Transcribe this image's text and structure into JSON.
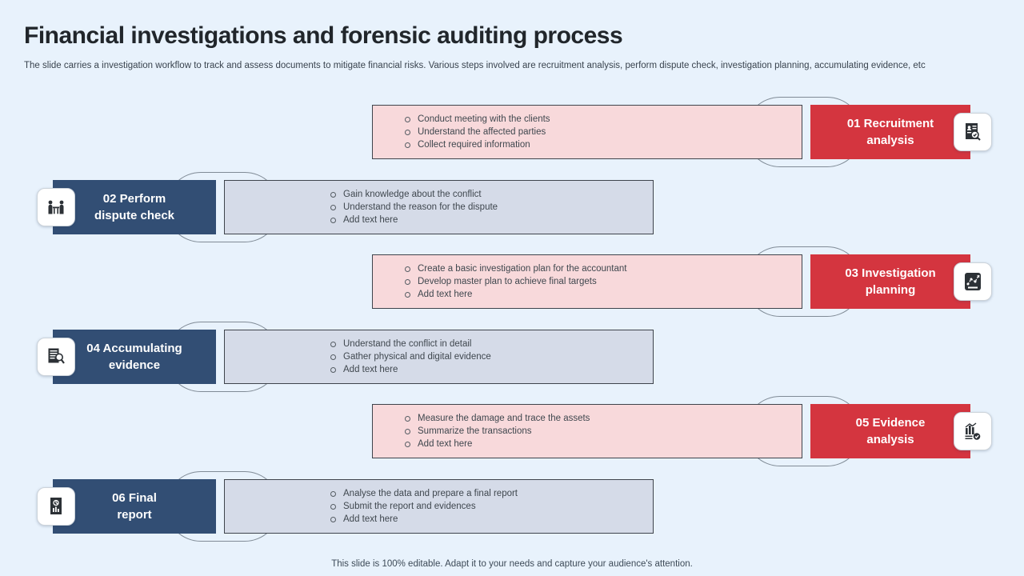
{
  "slide": {
    "title": "Financial investigations and forensic auditing process",
    "subtitle": "The slide carries a investigation workflow to track and assess documents to mitigate financial risks. Various steps involved are recruitment analysis, perform dispute check, investigation planning, accumulating evidence, etc",
    "footer": "This slide is 100% editable. Adapt it to your needs and capture your audience's attention."
  },
  "colors": {
    "background": "#e8f2fc",
    "accent_red": "#d4353f",
    "accent_navy": "#324e74",
    "pink_box": "#f8d9db",
    "gray_box": "#d5dbe8",
    "box_border": "#3f444c",
    "ring_border": "#808b96"
  },
  "steps": [
    {
      "number": "01",
      "label": "01 Recruitment\nanalysis",
      "side": "right",
      "icon": "resume-search-icon",
      "bullets": [
        "Conduct meeting with the clients",
        "Understand the affected parties",
        "Collect required information"
      ]
    },
    {
      "number": "02",
      "label": "02 Perform\ndispute check",
      "side": "left",
      "icon": "negotiation-icon",
      "bullets": [
        "Gain knowledge about the conflict",
        "Understand the reason for the dispute",
        "Add text here"
      ]
    },
    {
      "number": "03",
      "label": "03 Investigation\nplanning",
      "side": "right",
      "icon": "strategy-plan-icon",
      "bullets": [
        "Create a basic investigation plan for the accountant",
        "Develop master plan to achieve final targets",
        "Add text here"
      ]
    },
    {
      "number": "04",
      "label": "04 Accumulating\nevidence",
      "side": "left",
      "icon": "document-search-icon",
      "bullets": [
        "Understand the conflict in detail",
        "Gather physical and digital evidence",
        "Add text here"
      ]
    },
    {
      "number": "05",
      "label": "05 Evidence\nanalysis",
      "side": "right",
      "icon": "chart-analysis-icon",
      "bullets": [
        "Measure the damage and trace the assets",
        "Summarize the transactions",
        "Add text here"
      ]
    },
    {
      "number": "06",
      "label": "06 Final\nreport",
      "side": "left",
      "icon": "report-chart-icon",
      "bullets": [
        "Analyse the data and prepare a final report",
        "Submit the report and evidences",
        "Add text here"
      ]
    }
  ]
}
